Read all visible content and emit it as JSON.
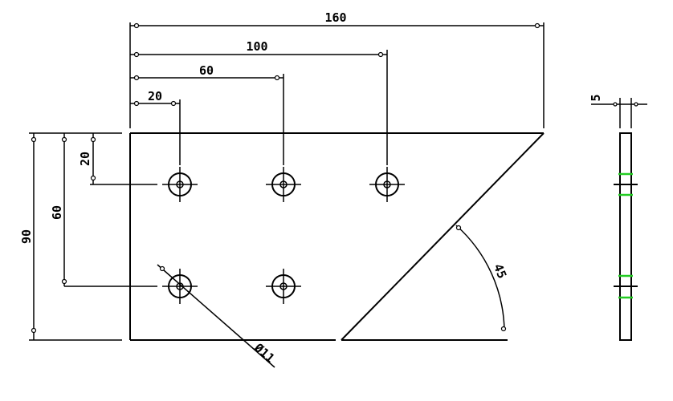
{
  "dimensions": {
    "overall_width": "160",
    "hole_offset_3": "100",
    "hole_offset_2": "60",
    "hole_offset_1": "20",
    "top_to_hole": "20",
    "hole_spacing_vertical": "60",
    "overall_height": "90",
    "chamfer_angle": "45",
    "hole_diameter": "Ø11",
    "thickness": "5"
  },
  "colors": {
    "line": "#000000",
    "section_mark": "#22cc22",
    "background": "#ffffff"
  }
}
